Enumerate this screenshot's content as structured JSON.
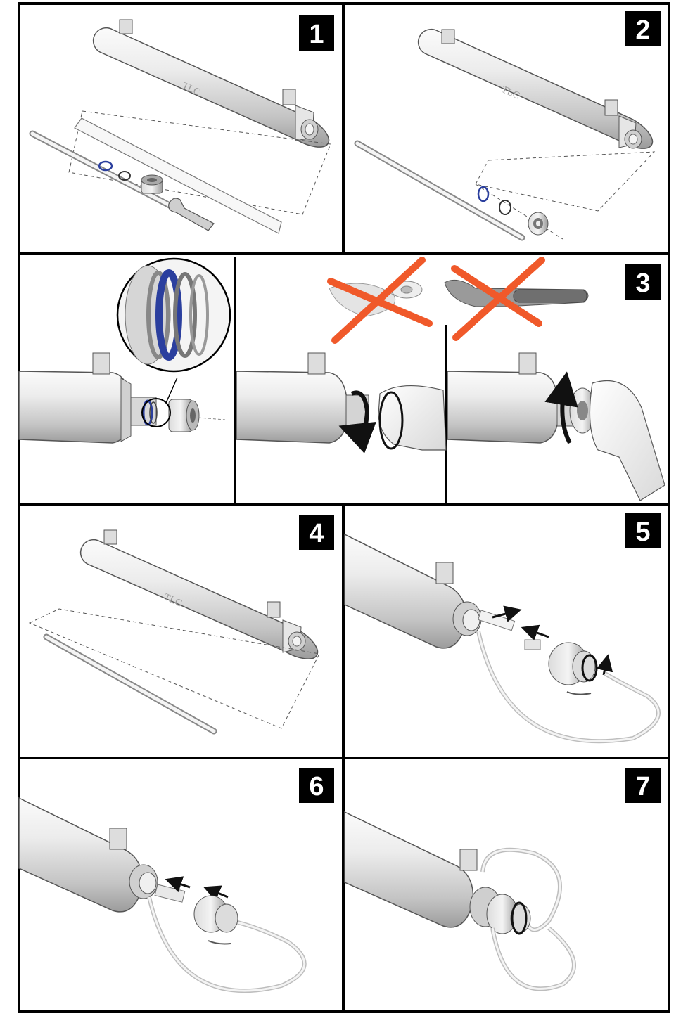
{
  "diagram": {
    "colors": {
      "frame": "#000000",
      "badge": "#000000",
      "badge_text": "#ffffff",
      "metal_light": "#f2f2f2",
      "metal_mid": "#c9c9c9",
      "metal_dark": "#8f8f8f",
      "oring_blue": "#2b3f9e",
      "cross_orange": "#f0592a",
      "arrow": "#111111",
      "dashed_guide": "#555555"
    },
    "steps": [
      {
        "number": "1",
        "icon": "exploded-parts-icon"
      },
      {
        "number": "2",
        "icon": "orings-and-nut-icon"
      },
      {
        "number": "3",
        "icon": "hand-tighten-nut-icon"
      },
      {
        "number": "4",
        "icon": "insert-lamp-icon"
      },
      {
        "number": "5",
        "icon": "connect-lamp-plug-icon"
      },
      {
        "number": "6",
        "icon": "push-connector-icon"
      },
      {
        "number": "7",
        "icon": "screw-cap-icon"
      }
    ]
  }
}
